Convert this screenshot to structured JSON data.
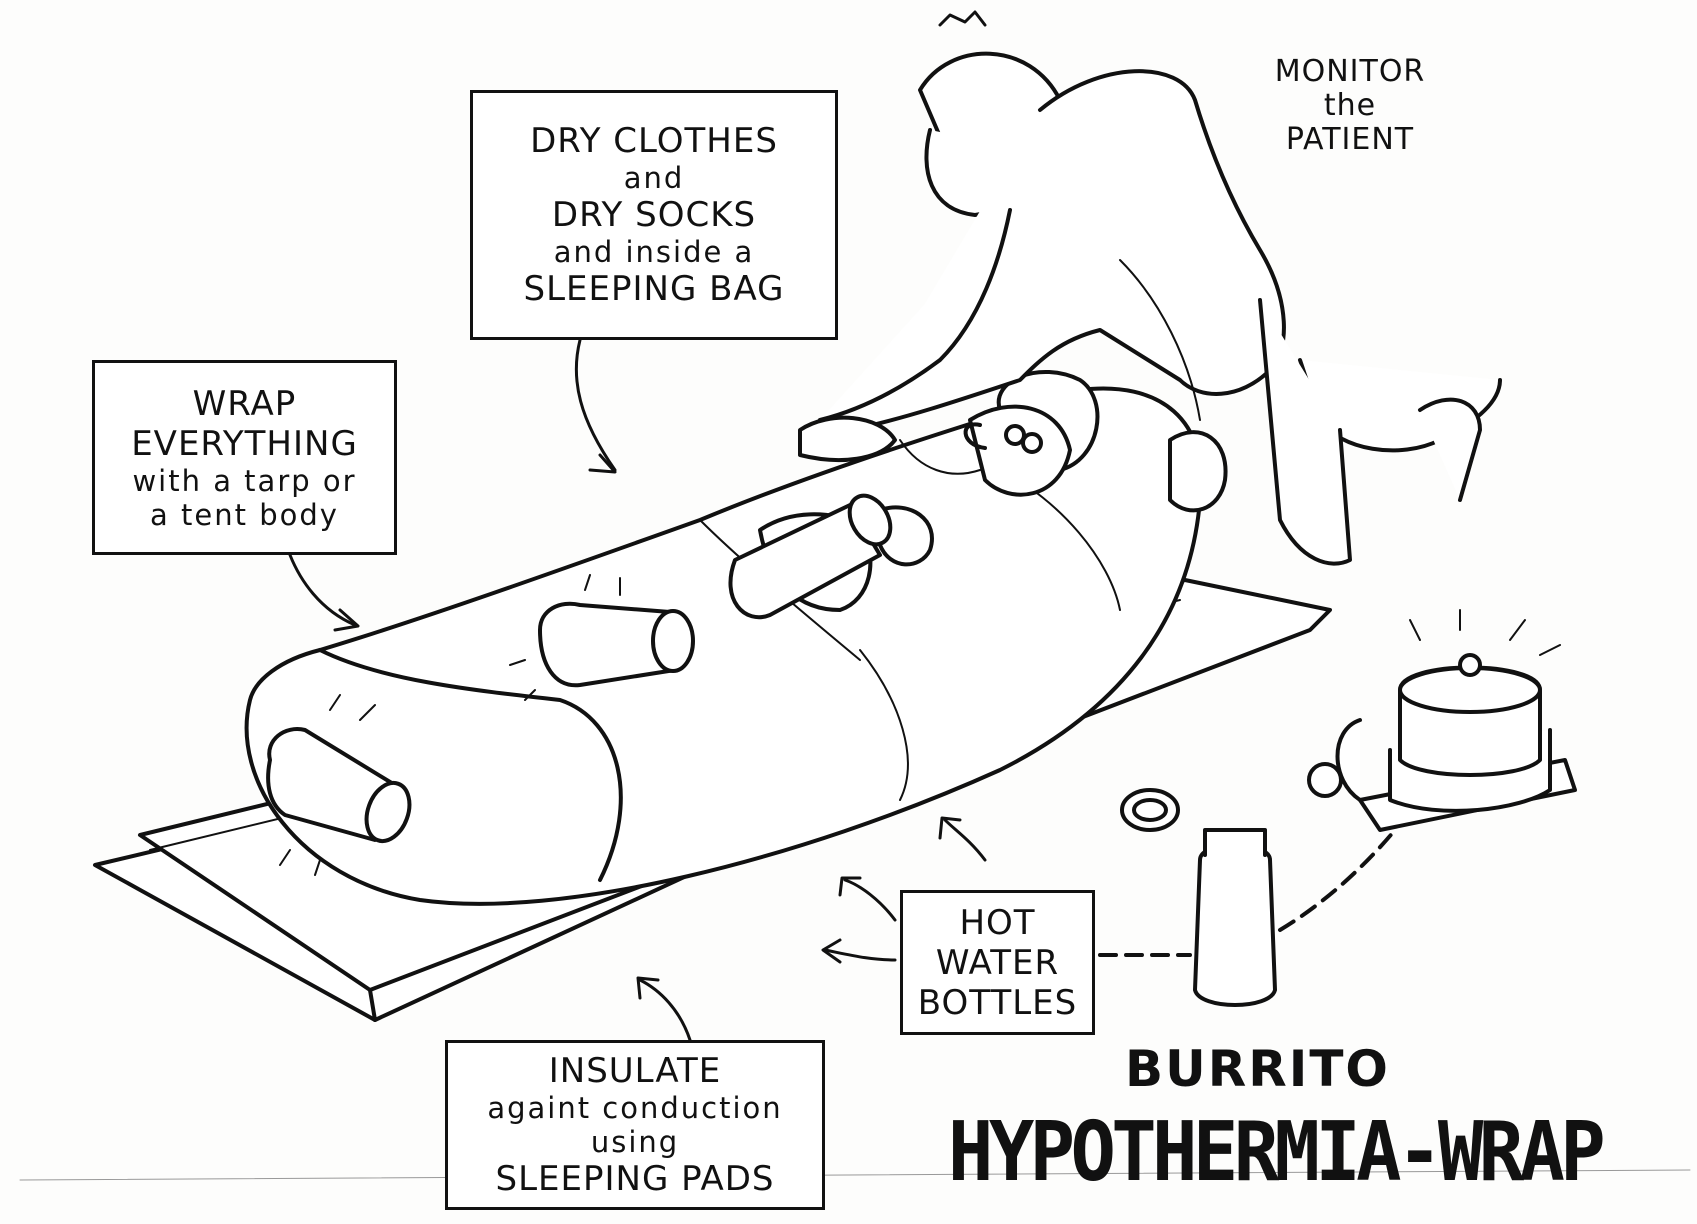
{
  "labels": {
    "dry": [
      "DRY CLOTHES",
      "and",
      "DRY SOCKS",
      "and inside a",
      "SLEEPING BAG"
    ],
    "wrap": [
      "WRAP",
      "EVERYTHING",
      "with a tarp or",
      "a tent body"
    ],
    "monitor": [
      "MONITOR",
      "the",
      "PATIENT"
    ],
    "hot": [
      "HOT",
      "WATER",
      "BOTTLES"
    ],
    "insulate": [
      "INSULATE",
      "againt conduction",
      "using",
      "SLEEPING PADS"
    ]
  },
  "title": {
    "top": "BURRITO",
    "main": "HYPOTHERMIA-WRAP"
  },
  "colors": {
    "ink": "#111111",
    "paper": "#fdfdfc"
  }
}
